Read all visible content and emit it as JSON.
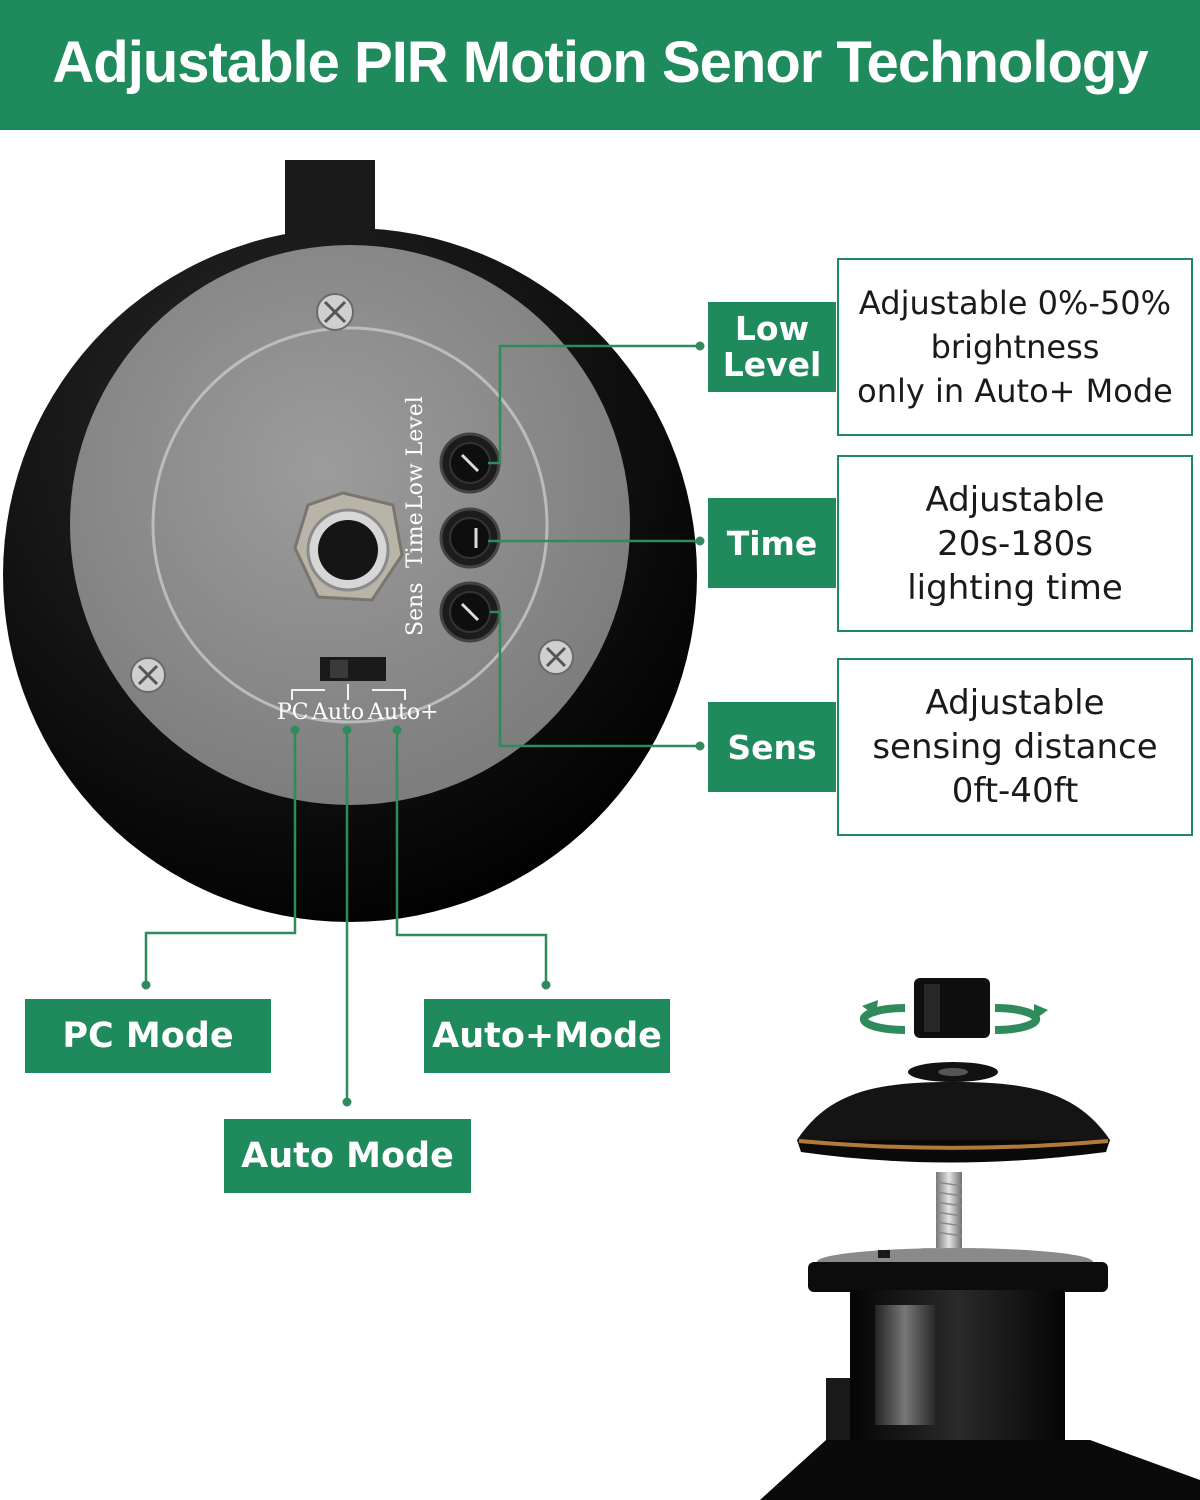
{
  "header": {
    "title": "Adjustable PIR Motion Senor Technology"
  },
  "colors": {
    "brand_green": "#1f8a5c",
    "line_green": "#2f8a5c",
    "panel_gray": "#8e8e8e",
    "housing_black": "#0b0b0b"
  },
  "controls": [
    {
      "label_line1": "Low",
      "label_line2": "Level",
      "desc": [
        "Adjustable 0%-50%",
        "brightness",
        "only in Auto+ Mode"
      ]
    },
    {
      "label_line1": "Time",
      "label_line2": "",
      "desc": [
        "Adjustable",
        "20s-180s",
        "lighting time"
      ]
    },
    {
      "label_line1": "Sens",
      "label_line2": "",
      "desc": [
        "Adjustable",
        "sensing distance",
        "0ft-40ft"
      ]
    }
  ],
  "sensor_face": {
    "knob_labels": [
      "Low Level",
      "Time",
      "Sens"
    ],
    "switch_positions": [
      "PC",
      "Auto",
      "Auto+"
    ]
  },
  "modes": {
    "pc": "PC Mode",
    "auto": "Auto Mode",
    "auto_plus": "Auto+Mode"
  }
}
